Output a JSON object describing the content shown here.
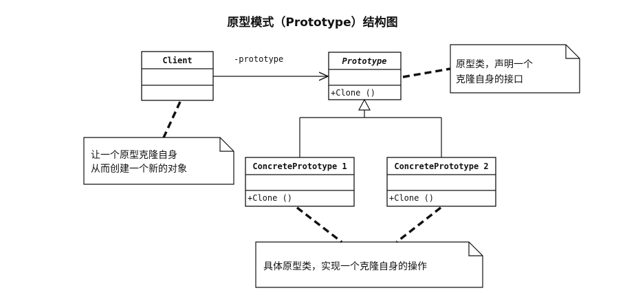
{
  "title": "原型模式（Prototype）结构图",
  "classes": {
    "client": {
      "name": "Client"
    },
    "prototype": {
      "name": "Prototype",
      "method": "+Clone ()"
    },
    "concrete1": {
      "name": "ConcretePrototype 1",
      "method": "+Clone ()"
    },
    "concrete2": {
      "name": "ConcretePrototype 2",
      "method": "+Clone ()"
    }
  },
  "association_label": "-prototype",
  "notes": {
    "prototype_note": {
      "line1": "原型类，声明一个",
      "line2": "克隆自身的接口"
    },
    "client_note": {
      "line1": "让一个原型克隆自身",
      "line2": "从而创建一个新的对象"
    },
    "concrete_note": {
      "line1": "具体原型类，实现一个克隆自身的操作"
    }
  }
}
